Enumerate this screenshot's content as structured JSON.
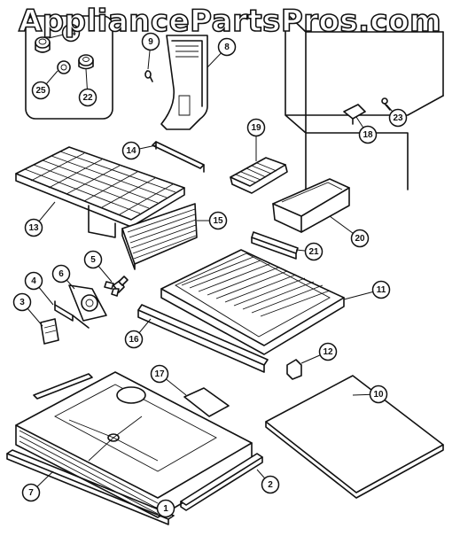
{
  "watermark": "AppliancePartsPros.com",
  "callouts": [
    {
      "id": "callout-24",
      "label": "24"
    },
    {
      "id": "callout-25",
      "label": "25"
    },
    {
      "id": "callout-22",
      "label": "22"
    },
    {
      "id": "callout-9",
      "label": "9"
    },
    {
      "id": "callout-8",
      "label": "8"
    },
    {
      "id": "callout-23",
      "label": "23"
    },
    {
      "id": "callout-18",
      "label": "18"
    },
    {
      "id": "callout-19",
      "label": "19"
    },
    {
      "id": "callout-14",
      "label": "14"
    },
    {
      "id": "callout-13",
      "label": "13"
    },
    {
      "id": "callout-15",
      "label": "15"
    },
    {
      "id": "callout-20",
      "label": "20"
    },
    {
      "id": "callout-21",
      "label": "21"
    },
    {
      "id": "callout-5",
      "label": "5"
    },
    {
      "id": "callout-6",
      "label": "6"
    },
    {
      "id": "callout-4",
      "label": "4"
    },
    {
      "id": "callout-3",
      "label": "3"
    },
    {
      "id": "callout-11",
      "label": "11"
    },
    {
      "id": "callout-16",
      "label": "16"
    },
    {
      "id": "callout-12",
      "label": "12"
    },
    {
      "id": "callout-17",
      "label": "17"
    },
    {
      "id": "callout-10",
      "label": "10"
    },
    {
      "id": "callout-7",
      "label": "7"
    },
    {
      "id": "callout-2",
      "label": "2"
    },
    {
      "id": "callout-1",
      "label": "1"
    }
  ]
}
